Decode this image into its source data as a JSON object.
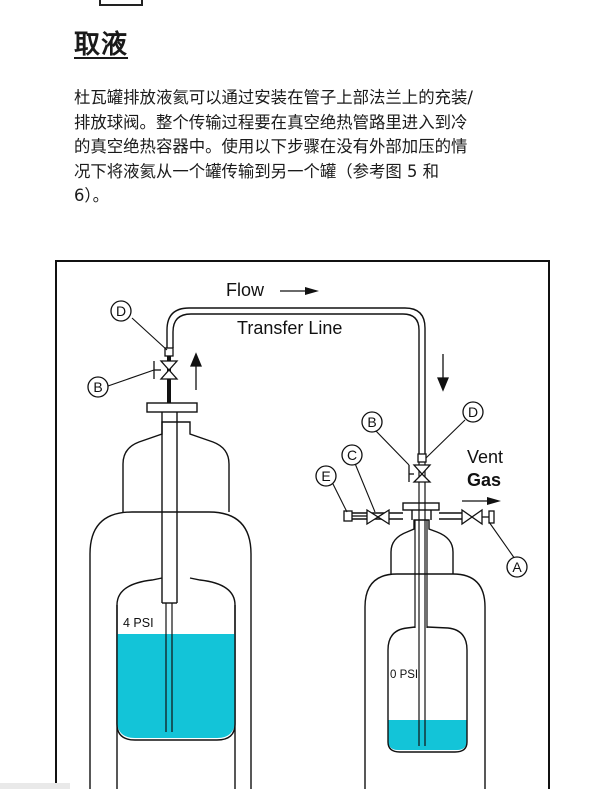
{
  "heading": "取液",
  "paragraph_lines": [
    "杜瓦罐排放液氦可以通过安装在管子上部法兰上的充装/",
    "排放球阀。整个传输过程要在真空绝热管路里进入到冷",
    "的真空绝热容器中。使用以下步骤在没有外部加压的情",
    "况下将液氦从一个罐传输到另一个罐（参考图 5 和",
    "6）。"
  ],
  "figure": {
    "flow_label": "Flow",
    "transfer_line_label": "Transfer Line",
    "vent_label": "Vent",
    "gas_label": "Gas",
    "source_pressure": "4 PSI",
    "target_pressure": "0 PSI",
    "callouts": {
      "source_D": "D",
      "source_B": "B",
      "target_B": "B",
      "target_D": "D",
      "target_C": "C",
      "target_E": "E",
      "target_A": "A"
    },
    "colors": {
      "liquid": "#13c4d8",
      "line": "#111111"
    }
  }
}
